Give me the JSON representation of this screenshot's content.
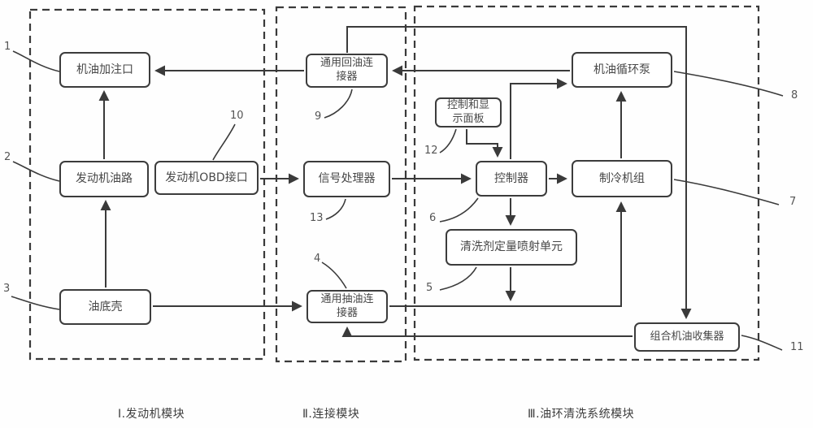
{
  "diagram": {
    "boxes": {
      "oil_filler": "机油加注口",
      "engine_oil_circuit": "发动机油路",
      "engine_obd_port": "发动机OBD接口",
      "oil_pan": "油底壳",
      "universal_return_connector": "通用回油连接器",
      "signal_processor": "信号处理器",
      "universal_suction_connector": "通用抽油连接器",
      "control_display_panel": "控制和显示面板",
      "controller": "控制器",
      "detergent_injection_unit": "清洗剂定量喷射单元",
      "oil_circulation_pump": "机油循环泵",
      "refrigeration_unit": "制冷机组",
      "combined_oil_collector": "组合机油收集器"
    },
    "refs": {
      "r1": "1",
      "r2": "2",
      "r3": "3",
      "r4": "4",
      "r5": "5",
      "r6": "6",
      "r7": "7",
      "r8": "8",
      "r9": "9",
      "r10": "10",
      "r11": "11",
      "r12": "12",
      "r13": "13"
    },
    "captions": {
      "module1": "Ⅰ.发动机模块",
      "module2": "Ⅱ.连接模块",
      "module3": "Ⅲ.油环清洗系统模块"
    },
    "colors": {
      "line": "#3a3a3a",
      "box_border": "#3c3c3c",
      "background": "#ffffff"
    }
  }
}
